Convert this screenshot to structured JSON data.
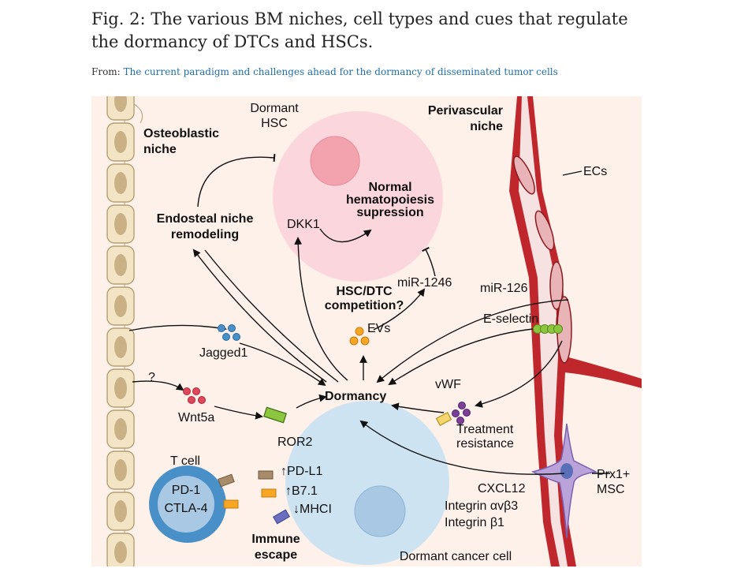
{
  "header": {
    "title": "Fig. 2: The various BM niches, cell types and cues that regulate the dormancy of DTCs and HSCs.",
    "from_label": "From:",
    "from_link": "The current paradigm and challenges ahead for the dormancy of disseminated tumor cells"
  },
  "figure": {
    "osteoblastic_niche": [
      "Osteoblastic",
      "niche"
    ],
    "dormant_hsc": [
      "Dormant",
      "HSC"
    ],
    "perivascular_niche": [
      "Perivascular",
      "niche"
    ],
    "ecs": "ECs",
    "normal_hematopoiesis": [
      "Normal",
      "hematopoiesis",
      "supression"
    ],
    "endosteal_remodeling": [
      "Endosteal niche",
      "remodeling"
    ],
    "dkk1": "DKK1",
    "hsc_dtc_competition": [
      "HSC/DTC",
      "competition?"
    ],
    "mir1246": "miR-1246",
    "mir126": "miR-126",
    "e_selectin": "E-selectin",
    "evs": "EVs",
    "jagged1": "Jagged1",
    "question": "?",
    "wnt5a": "Wnt5a",
    "dormancy": "Dormancy",
    "vwf": "vWF",
    "ror2": "ROR2",
    "treatment_resistance": [
      "Treatment",
      "resistance"
    ],
    "t_cell": "T cell",
    "pd1": "PD-1",
    "ctla4": "CTLA-4",
    "pdl1": "PD-L1",
    "b71": "B7.1",
    "mhci": "MHCI",
    "cxcl12": "CXCL12",
    "integrin_avb3": "Integrin αvβ3",
    "integrin_b1": "Integrin β1",
    "prx1_msc": [
      "Prx1+",
      "MSC"
    ],
    "immune_escape": [
      "Immune",
      "escape"
    ],
    "dormant_cancer_cell": "Dormant cancer cell"
  },
  "colors": {
    "panel_bg": "#fdf1ea",
    "osteoblast_fill": "#f2e4c4",
    "osteoblast_stroke": "#b59f72",
    "nucleus": "#c9b085",
    "hsc_niche": "#fbd6dc",
    "hsc_cell": "#f2a3ad",
    "dormant_cell": "#cde3f2",
    "vessel": "#c0272d",
    "ec_fill": "#e8b4b8",
    "green": "#8cc63f",
    "orange": "#f5a623",
    "red_dots": "#e0475a",
    "purple": "#7b3f98",
    "blue_dots": "#4a90c8",
    "tcell": "#4a90c8",
    "msc": "#b9a3d8"
  }
}
